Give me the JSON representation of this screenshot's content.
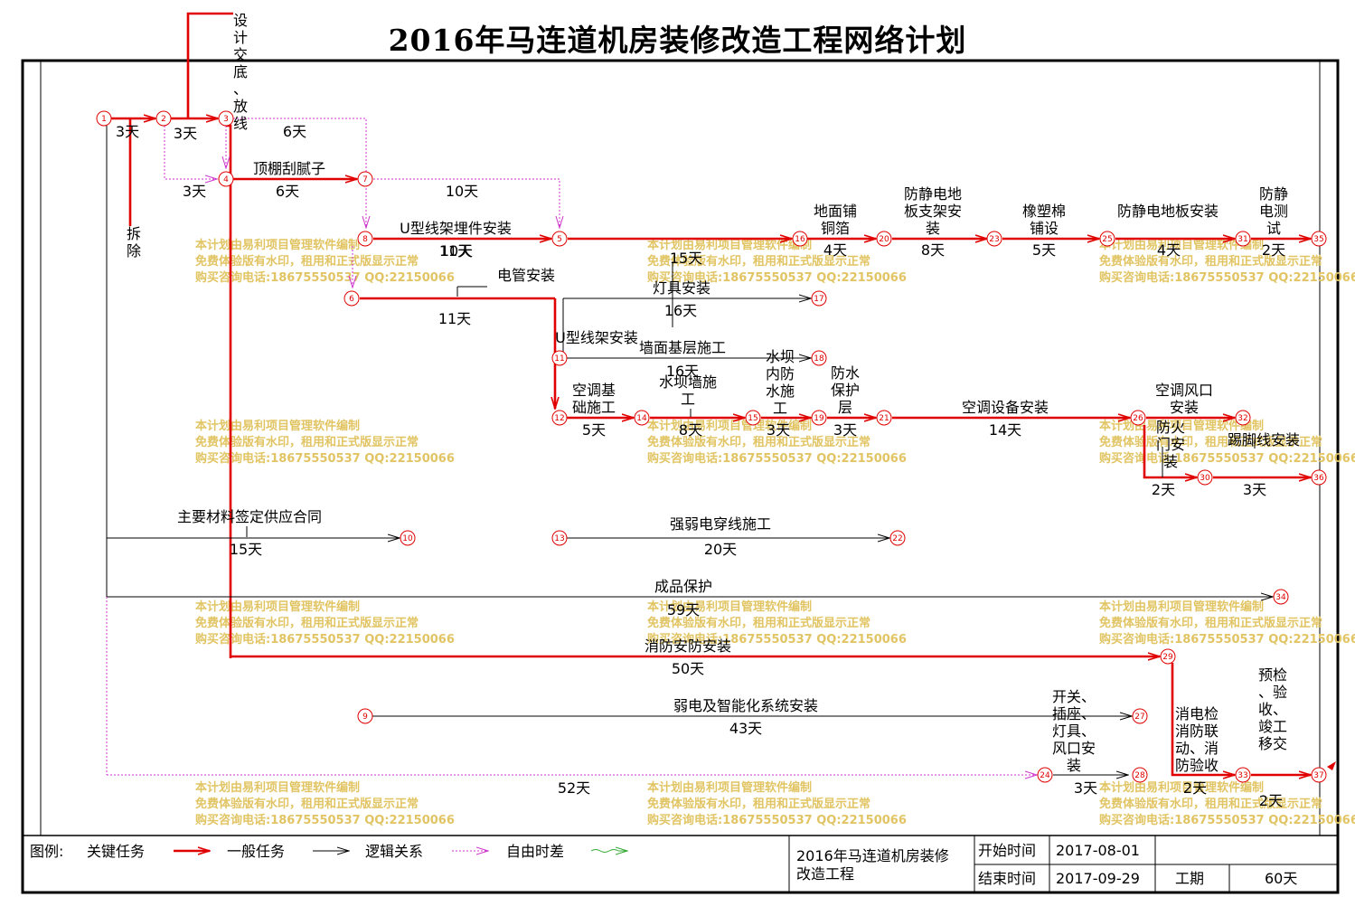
{
  "title": "2016年马连道机房装修改造工程网络计划",
  "colors": {
    "critical": "#e00000",
    "normal": "#000000",
    "slack": "#cc33cc",
    "logic": "#33aa33",
    "watermark": "#e1c463"
  },
  "nodes": [
    "1",
    "2",
    "3",
    "4",
    "5",
    "6",
    "7",
    "8",
    "9",
    "10",
    "11",
    "12",
    "13",
    "14",
    "15",
    "16",
    "17",
    "18",
    "19",
    "20",
    "21",
    "22",
    "23",
    "24",
    "25",
    "26",
    "27",
    "28",
    "29",
    "30",
    "31",
    "32",
    "33",
    "34",
    "35",
    "36",
    "37"
  ],
  "tasks": {
    "t1_2": "3天",
    "t2_3": "3天",
    "design_label": "设计交底、放线",
    "t3_slack": "6天",
    "demolish": "拆除",
    "t4_7_name": "顶棚刮腻子",
    "t4_7": "6天",
    "t3_4": "3天",
    "slack_7_5": "10天",
    "u_embed": "U型线架埋件安装",
    "u_embed_dur": "11天",
    "u_embed_dur2": "10天",
    "conduit": "电管安装",
    "conduit_dur": "11天",
    "t5_16_dur": "15天",
    "lamp": "灯具安装",
    "lamp_dur": "16天",
    "u_frame": "U型线架安装",
    "wall_base": "墙面基层施工",
    "wall_base_dur": "16天",
    "floor_foil": "地面铺铜箔",
    "floor_foil_dur": "4天",
    "anti_bracket": "防静电地板支架安装",
    "anti_bracket_dur": "8天",
    "rubber": "橡塑棉铺设",
    "rubber_dur": "5天",
    "anti_floor": "防静电地板安装",
    "anti_floor_dur": "4天",
    "anti_test": "防静电测试",
    "anti_test_dur": "2天",
    "ac_base": "空调基础施工",
    "ac_base_dur": "5天",
    "dam_wall": "水坝墙施工",
    "dam_wall_dur": "8天",
    "dam_water": "水坝内防水施工",
    "dam_water_dur": "3天",
    "water_protect": "防水保护层",
    "water_protect_dur": "3天",
    "ac_equip": "空调设备安装",
    "ac_equip_dur": "14天",
    "ac_vent": "空调风口安装",
    "fire_door": "防火门安装",
    "fire_door_dur": "2天",
    "skirting": "踢脚线安装",
    "skirting_dur": "3天",
    "materials": "主要材料签定供应合同",
    "materials_dur": "15天",
    "wiring": "强弱电穿线施工",
    "wiring_dur": "20天",
    "protect": "成品保护",
    "protect_dur": "59天",
    "fire_sec": "消防安防安装",
    "fire_sec_dur": "50天",
    "weak_sys": "弱电及智能化系统安装",
    "weak_sys_dur": "43天",
    "switches": "开关、插座、灯具、风口安装",
    "switches_dur": "3天",
    "fire_check": "消电检消防联动、消防验收",
    "fire_check_dur": "2天",
    "handover": "预检、验收、竣工移交",
    "handover_dur": "2天",
    "slack_52": "52天"
  },
  "watermark": {
    "line1": "本计划由易利项目管理软件编制",
    "line2": "免费体验版有水印，租用和正式版显示正常",
    "line3": "购买咨询电话:18675550537 QQ:22150066"
  },
  "legend": {
    "label": "图例:",
    "critical": "关键任务",
    "normal": "一般任务",
    "logic": "逻辑关系",
    "slack": "自由时差"
  },
  "info": {
    "project_name": "2016年马连道机房装修改造工程",
    "start_label": "开始时间",
    "start_value": "2017-08-01",
    "end_label": "结束时间",
    "end_value": "2017-09-29",
    "duration_label": "工期",
    "duration_value": "60天"
  }
}
